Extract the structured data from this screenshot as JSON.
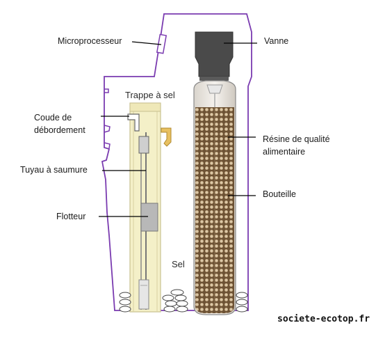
{
  "labels": {
    "microprocesseur": "Microprocesseur",
    "coude_de": "Coude de",
    "debordement": "débordement",
    "tuyau_a_saumure": "Tuyau à saumure",
    "flotteur": "Flotteur",
    "vanne": "Vanne",
    "resine_line1": "Résine de qualité",
    "resine_line2": "alimentaire",
    "bouteille": "Bouteille",
    "trappe_a_sel": "Trappe à sel",
    "sel": "Sel"
  },
  "credit": "societe-ecotop.fr",
  "colors": {
    "outline": "#7a3bb0",
    "valve": "#4a4a4a",
    "resin": "#8a6a45",
    "brine_well": "#f4f0c8",
    "leader": "#000000"
  }
}
